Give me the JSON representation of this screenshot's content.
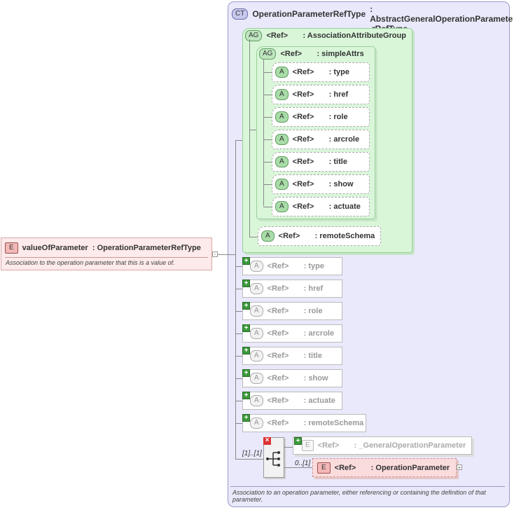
{
  "root_element": {
    "badge": "E",
    "name": "valueOfParameter",
    "type": ": OperationParameterRefType",
    "description": "Association to the operation parameter that this is a value of."
  },
  "complex_type": {
    "badge": "CT",
    "name": "OperationParameterRefType",
    "base_line1": ": AbstractGeneralOperationParamete",
    "base_line2": "rRefType",
    "description": "Association to an operation parameter, either referencing or containing the definition of that parameter."
  },
  "association_group": {
    "badge": "AG",
    "ref": "<Ref>",
    "name": ": AssociationAttributeGroup"
  },
  "simple_attrs": {
    "badge": "AG",
    "ref": "<Ref>",
    "name": ": simpleAttrs",
    "items": [
      {
        "badge": "A",
        "ref": "<Ref>",
        "name": ": type"
      },
      {
        "badge": "A",
        "ref": "<Ref>",
        "name": ": href"
      },
      {
        "badge": "A",
        "ref": "<Ref>",
        "name": ": role"
      },
      {
        "badge": "A",
        "ref": "<Ref>",
        "name": ": arcrole"
      },
      {
        "badge": "A",
        "ref": "<Ref>",
        "name": ": title"
      },
      {
        "badge": "A",
        "ref": "<Ref>",
        "name": ": show"
      },
      {
        "badge": "A",
        "ref": "<Ref>",
        "name": ": actuate"
      }
    ]
  },
  "remote_schema": {
    "badge": "A",
    "ref": "<Ref>",
    "name": ": remoteSchema"
  },
  "inherited_attrs": [
    {
      "badge": "A",
      "ref": "<Ref>",
      "name": ": type"
    },
    {
      "badge": "A",
      "ref": "<Ref>",
      "name": ": href"
    },
    {
      "badge": "A",
      "ref": "<Ref>",
      "name": ": role"
    },
    {
      "badge": "A",
      "ref": "<Ref>",
      "name": ": arcrole"
    },
    {
      "badge": "A",
      "ref": "<Ref>",
      "name": ": title"
    },
    {
      "badge": "A",
      "ref": "<Ref>",
      "name": ": show"
    },
    {
      "badge": "A",
      "ref": "<Ref>",
      "name": ": actuate"
    },
    {
      "badge": "A",
      "ref": "<Ref>",
      "name": ": remoteSchema"
    }
  ],
  "choice": {
    "cardinality": "[1]..[1]",
    "general_element": {
      "badge": "E",
      "ref": "<Ref>",
      "name": ": _GeneralOperationParameter"
    },
    "operation_element": {
      "badge": "E",
      "ref": "<Ref>",
      "name": ": OperationParameter",
      "cardinality": "0..[1]"
    }
  },
  "colors": {
    "panel": "#e9e9fb",
    "group": "#d9f6d9",
    "element": "#fbdcdc"
  }
}
